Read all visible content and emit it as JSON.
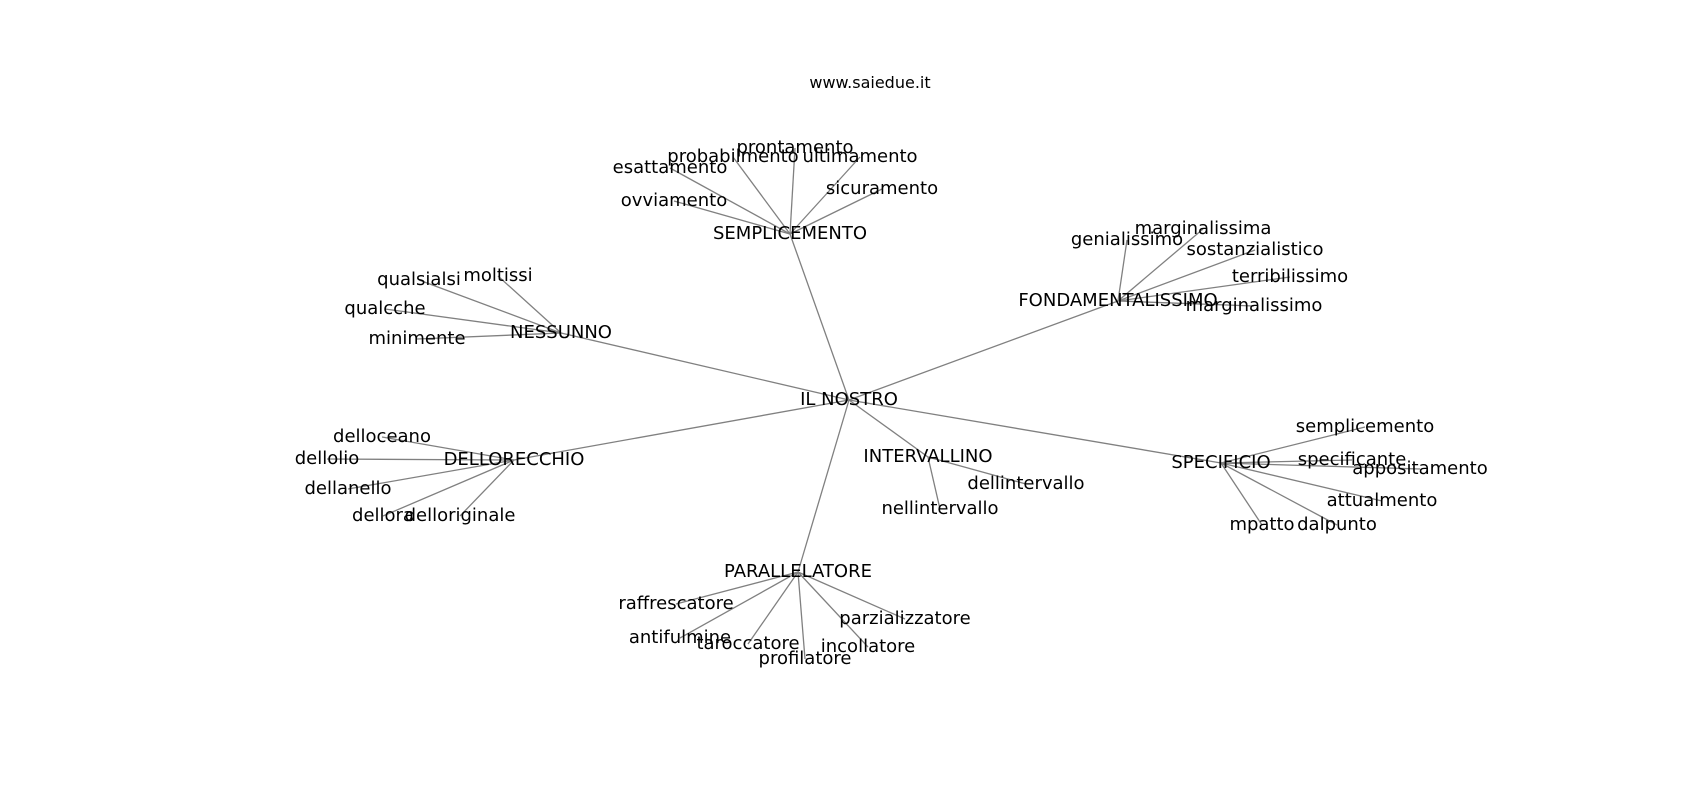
{
  "site_label": "www.saiedue.it",
  "root": "IL NOSTRO",
  "branches": [
    {
      "hub": "SEMPLICEMENTO",
      "leaves": [
        "prontamento",
        "probabilmento",
        "ultimamento",
        "esattamento",
        "sicuramento",
        "ovviamento"
      ]
    },
    {
      "hub": "FONDAMENTALISSIMO",
      "leaves": [
        "genialissimo",
        "marginalissima",
        "sostanzialistico",
        "terribilissimo",
        "marginalissimo"
      ]
    },
    {
      "hub": "NESSUNNO",
      "leaves": [
        "moltissi",
        "qualsialsi",
        "qualcche",
        "minimente"
      ]
    },
    {
      "hub": "DELLORECCHIO",
      "leaves": [
        "delloceano",
        "dellolio",
        "dellanello",
        "dellora",
        "delloriginale"
      ]
    },
    {
      "hub": "INTERVALLINO",
      "leaves": [
        "dellintervallo",
        "nellintervallo"
      ]
    },
    {
      "hub": "SPECIFICIO",
      "leaves": [
        "semplicemento",
        "specificante",
        "appositamento",
        "attualmento",
        "mpatto",
        "dalpunto"
      ]
    },
    {
      "hub": "PARALLELATORE",
      "leaves": [
        "raffrescatore",
        "antifulmine",
        "taroccatore",
        "profilatore",
        "parzializzatore",
        "incollatore"
      ]
    }
  ],
  "colors": {
    "edge": "#808080",
    "text": "#000000",
    "background": "#ffffff"
  }
}
